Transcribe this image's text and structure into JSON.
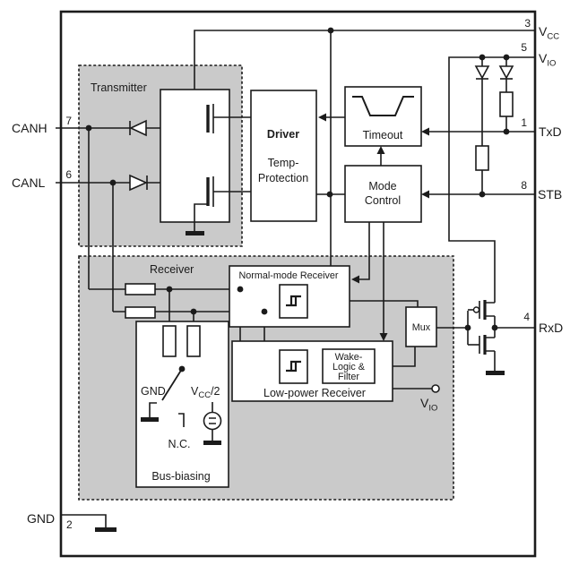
{
  "diagram": {
    "type": "CAN transceiver block diagram"
  },
  "colors": {
    "background": "#ffffff",
    "line": "#1b1b1b",
    "region_fill": "#cacaca",
    "box_fill": "#ffffff"
  },
  "pins": {
    "vcc": {
      "number": "3",
      "name": "V",
      "sub": "CC"
    },
    "vio": {
      "number": "5",
      "name": "V",
      "sub": "IO"
    },
    "txd": {
      "number": "1",
      "name": "TxD"
    },
    "stb": {
      "number": "8",
      "name": "STB"
    },
    "rxd": {
      "number": "4",
      "name": "RxD"
    },
    "canh": {
      "number": "7",
      "name": "CANH"
    },
    "canl": {
      "number": "6",
      "name": "CANL"
    },
    "gnd": {
      "number": "2",
      "name": "GND"
    }
  },
  "blocks": {
    "transmitter": {
      "label": "Transmitter"
    },
    "receiver": {
      "label": "Receiver"
    },
    "driver": {
      "title": "Driver",
      "line1": "Temp-",
      "line2": "Protection"
    },
    "timeout": {
      "label": "Timeout"
    },
    "mode_control": {
      "line1": "Mode",
      "line2": "Control"
    },
    "normal_mode_receiver": {
      "label": "Normal-mode Receiver"
    },
    "low_power_receiver": {
      "label": "Low-power Receiver"
    },
    "wake_logic": {
      "line1": "Wake-",
      "line2": "Logic &",
      "line3": "Filter"
    },
    "mux": {
      "label": "Mux"
    },
    "bus_biasing": {
      "label": "Bus-biasing",
      "contact_gnd": "GND",
      "contact_vcc2_main": "V",
      "contact_vcc2_sub": "CC",
      "contact_vcc2_suffix": "/2",
      "contact_nc": "N.C."
    },
    "vio_terminal": {
      "name": "V",
      "sub": "IO"
    }
  }
}
